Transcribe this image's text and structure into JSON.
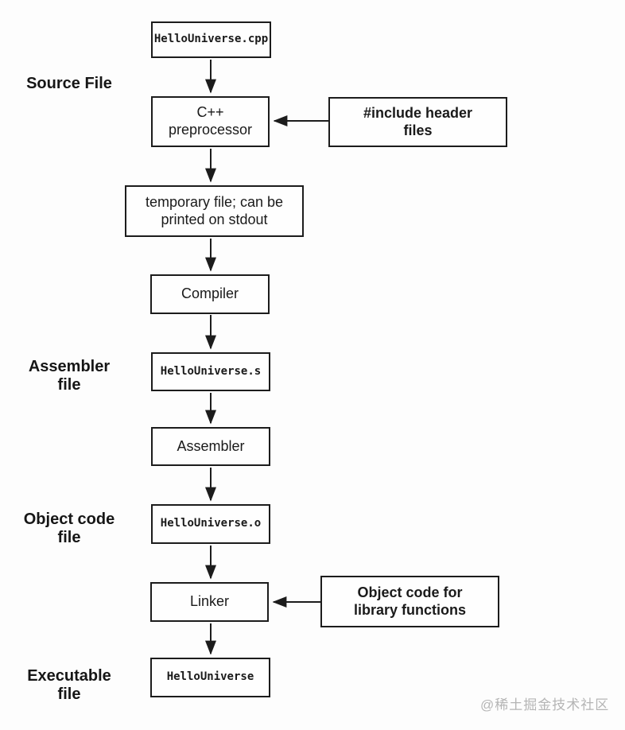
{
  "diagram": {
    "description": "C++ compilation pipeline flowchart",
    "colors": {
      "background": "#fdfdfd",
      "box_border": "#1c1c1c",
      "arrow": "#1c1c1c",
      "text": "#1a1a1a",
      "watermark": "#b5b5b5"
    },
    "nodes": {
      "source_cpp": {
        "text": "HelloUniverse.cpp"
      },
      "preprocessor": {
        "text": "C++\npreprocessor"
      },
      "include_headers": {
        "text": "#include header\nfiles"
      },
      "temp_file": {
        "text": "temporary file; can be\nprinted on stdout"
      },
      "compiler": {
        "text": "Compiler"
      },
      "assembly_file": {
        "text": "HelloUniverse.s"
      },
      "assembler": {
        "text": "Assembler"
      },
      "object_file": {
        "text": "HelloUniverse.o"
      },
      "linker": {
        "text": "Linker"
      },
      "object_lib": {
        "text": "Object code for\nlibrary functions"
      },
      "executable": {
        "text": "HelloUniverse"
      }
    },
    "side_labels": {
      "source": "Source File",
      "assembler_file": "Assembler\nfile",
      "object_code_file": "Object code\nfile",
      "executable_file": "Executable\nfile"
    },
    "watermark": "@稀土掘金技术社区"
  }
}
